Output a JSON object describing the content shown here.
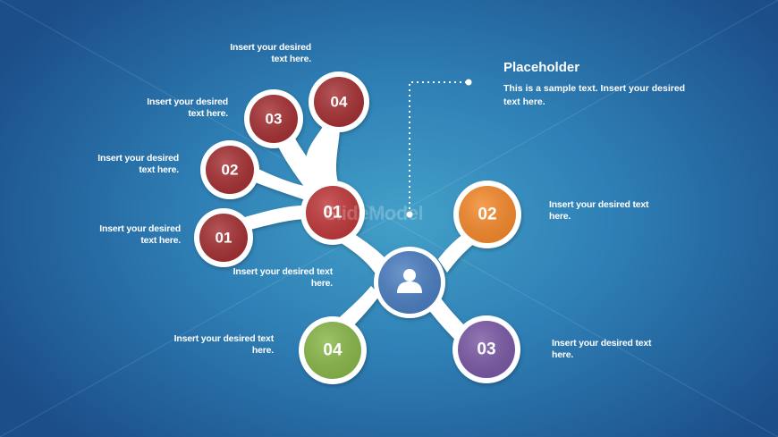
{
  "placeholder": {
    "title": "Placeholder",
    "body": "This is a sample text. Insert your desired text here."
  },
  "watermark": "SlideModel",
  "branch_labels": [
    "Insert your desired text here.",
    "Insert your desired text here.",
    "Insert your desired text here.",
    "Insert your desired text here."
  ],
  "branch_numbers": [
    "01",
    "02",
    "03",
    "04"
  ],
  "main_label": "Insert your desired text here.",
  "main_nodes": [
    {
      "number": "01",
      "label": "Insert your desired text here.",
      "color": "#c0393b"
    },
    {
      "number": "02",
      "label": "Insert your desired text here.",
      "color": "#f58a2c"
    },
    {
      "number": "03",
      "label": "Insert your desired text here.",
      "color": "#7b5aa6"
    },
    {
      "number": "04",
      "label": "Insert your desired text here.",
      "color": "#8ab84a"
    }
  ],
  "branch_color": "#a63134",
  "center_color": "#4c7fc2",
  "center_icon": "user-icon"
}
